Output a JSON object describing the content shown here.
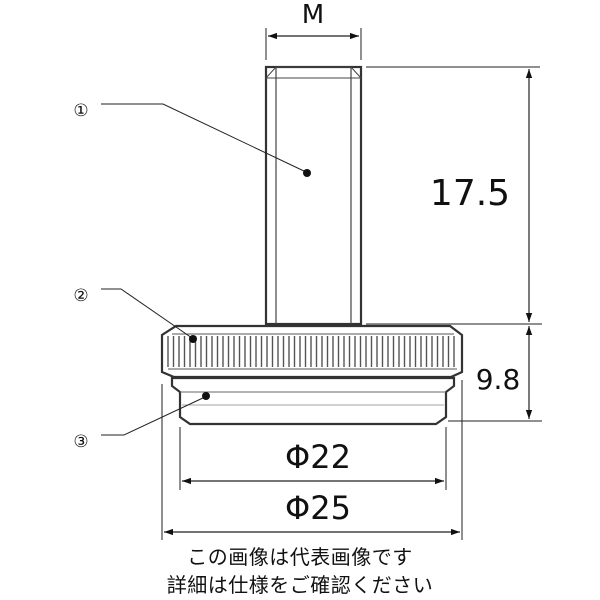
{
  "dimensions": {
    "thread": "M",
    "stud_length": "17.5",
    "base_height": "9.8",
    "inner_diameter": "Φ22",
    "outer_diameter": "Φ25"
  },
  "callouts": [
    "①",
    "②",
    "③"
  ],
  "caption": {
    "line1": "この画像は代表画像です",
    "line2": "詳細は仕様をご確認ください"
  }
}
